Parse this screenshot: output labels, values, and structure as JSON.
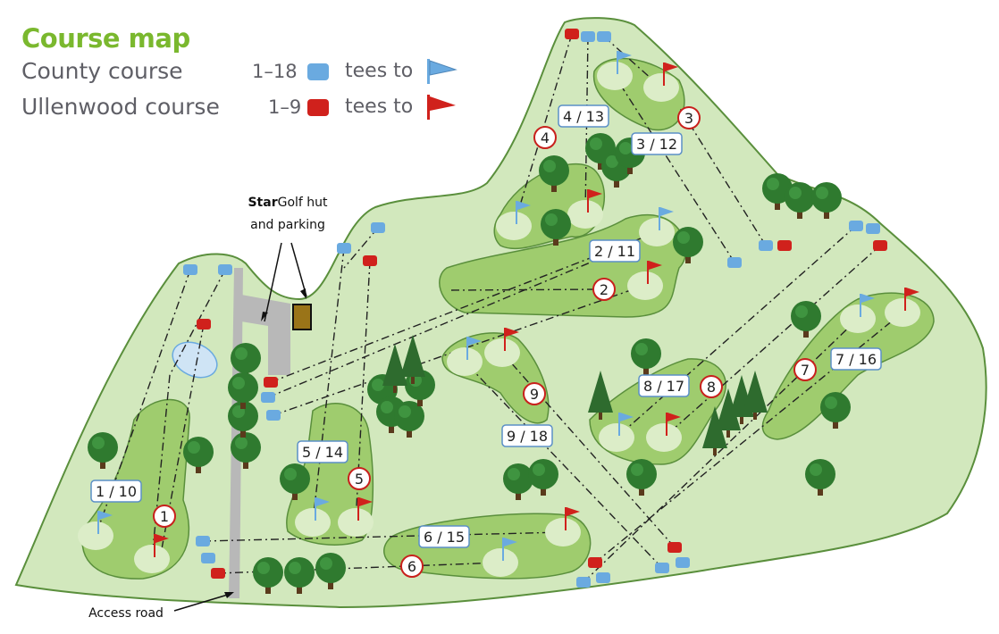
{
  "legend": {
    "title": "Course map",
    "courses": [
      {
        "name": "County course",
        "range": "1–18",
        "tees_label": "tees to",
        "color": "#6aaae0"
      },
      {
        "name": "Ullenwood course",
        "range": "1–9",
        "tees_label": "tees to",
        "color": "#d0211c"
      }
    ]
  },
  "annotations": {
    "hut_bold": "Star",
    "hut_rest": "Golf hut",
    "hut_line2": "and parking",
    "access_road": "Access road"
  },
  "county_holes": [
    "1 / 10",
    "2 / 11",
    "3 / 12",
    "4 / 13",
    "5 / 14",
    "6 / 15",
    "7 / 16",
    "8 / 17",
    "9 / 18"
  ],
  "ullenwood_holes": [
    "1",
    "2",
    "3",
    "4",
    "5",
    "6",
    "7",
    "8",
    "9"
  ],
  "colors": {
    "rough": "#d2e8bd",
    "fairway": "#9fcc6e",
    "green": "#dcedc8",
    "outline": "#5a8f3c",
    "tree": "#2f7a2f",
    "trunk": "#5a3a1c",
    "road": "#b8b8b8",
    "hut": "#9a7418",
    "water": "#cfe4f5"
  }
}
